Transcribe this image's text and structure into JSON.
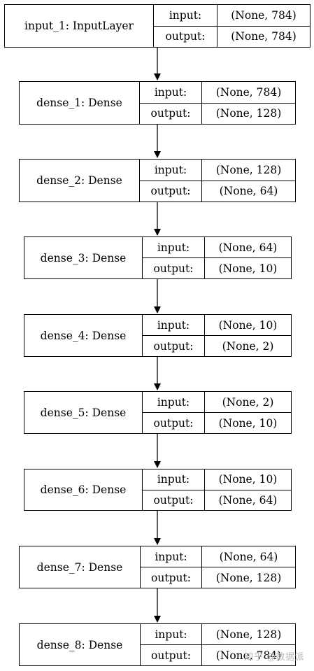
{
  "nodes": [
    {
      "name": "input_1: InputLayer",
      "input": "(None, 784)",
      "output": "(None, 784)"
    },
    {
      "name": "dense_1: Dense",
      "input": "(None, 784)",
      "output": "(None, 128)"
    },
    {
      "name": "dense_2: Dense",
      "input": "(None, 128)",
      "output": "(None, 64)"
    },
    {
      "name": "dense_3: Dense",
      "input": "(None, 64)",
      "output": "(None, 10)"
    },
    {
      "name": "dense_4: Dense",
      "input": "(None, 10)",
      "output": "(None, 2)"
    },
    {
      "name": "dense_5: Dense",
      "input": "(None, 2)",
      "output": "(None, 10)"
    },
    {
      "name": "dense_6: Dense",
      "input": "(None, 10)",
      "output": "(None, 64)"
    },
    {
      "name": "dense_7: Dense",
      "input": "(None, 64)",
      "output": "(None, 128)"
    },
    {
      "name": "dense_8: Dense",
      "input": "(None, 128)",
      "output": "(None, 784)"
    }
  ],
  "port_labels": {
    "input": "input:",
    "output": "output:"
  },
  "watermark": "知乎 @数据派"
}
